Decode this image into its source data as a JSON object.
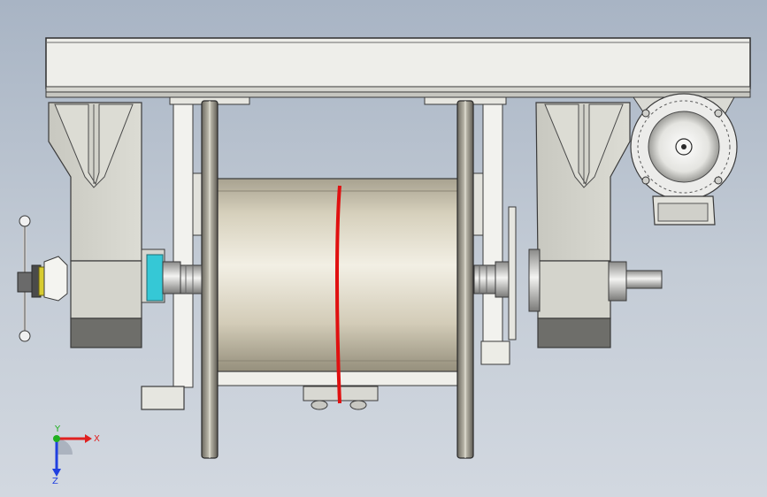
{
  "view": {
    "background_top": "#a8b4c4",
    "background_bottom": "#d2d8e0"
  },
  "model": {
    "frame_color": "#e9eae6",
    "edge_color": "#3a3a3a",
    "drum_color": "#d8d2bf",
    "strap_color": "#e01010",
    "hub_accent_color": "#35c8d6",
    "knob_accent_color": "#d8cc30",
    "foot_shadow_color": "#6e6e6a"
  },
  "triad": {
    "x_label": "X",
    "y_label": "Y",
    "z_label": "Z",
    "x_color": "#e02020",
    "y_color": "#20b020",
    "z_color": "#2040e0"
  }
}
